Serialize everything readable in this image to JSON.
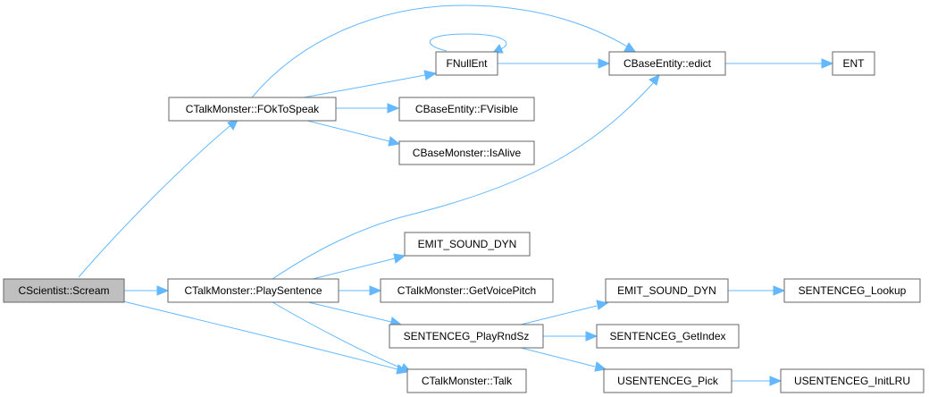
{
  "graph": {
    "edge_color": "#63b8ff",
    "nodes": {
      "scream": "CScientist::Scream",
      "foktospeak": "CTalkMonster::FOkToSpeak",
      "playsentence": "CTalkMonster::PlaySentence",
      "fnullent": "FNullEnt",
      "edict": "CBaseEntity::edict",
      "ent": "ENT",
      "fvisible": "CBaseEntity::FVisible",
      "isalive": "CBaseMonster::IsAlive",
      "emit1": "EMIT_SOUND_DYN",
      "getvoicepitch": "CTalkMonster::GetVoicePitch",
      "playrndsz": "SENTENCEG_PlayRndSz",
      "talk": "CTalkMonster::Talk",
      "emit2": "EMIT_SOUND_DYN",
      "getindex": "SENTENCEG_GetIndex",
      "pick": "USENTENCEG_Pick",
      "lookup": "SENTENCEG_Lookup",
      "initlru": "USENTENCEG_InitLRU"
    },
    "edges": [
      [
        "scream",
        "foktospeak"
      ],
      [
        "scream",
        "playsentence"
      ],
      [
        "scream",
        "talk"
      ],
      [
        "foktospeak",
        "edict"
      ],
      [
        "foktospeak",
        "fnullent"
      ],
      [
        "foktospeak",
        "fvisible"
      ],
      [
        "foktospeak",
        "isalive"
      ],
      [
        "fnullent",
        "fnullent"
      ],
      [
        "fnullent",
        "edict"
      ],
      [
        "edict",
        "ent"
      ],
      [
        "playsentence",
        "edict"
      ],
      [
        "playsentence",
        "emit1"
      ],
      [
        "playsentence",
        "getvoicepitch"
      ],
      [
        "playsentence",
        "playrndsz"
      ],
      [
        "playsentence",
        "talk"
      ],
      [
        "playrndsz",
        "emit2"
      ],
      [
        "playrndsz",
        "getindex"
      ],
      [
        "playrndsz",
        "pick"
      ],
      [
        "emit2",
        "lookup"
      ],
      [
        "pick",
        "initlru"
      ]
    ]
  }
}
